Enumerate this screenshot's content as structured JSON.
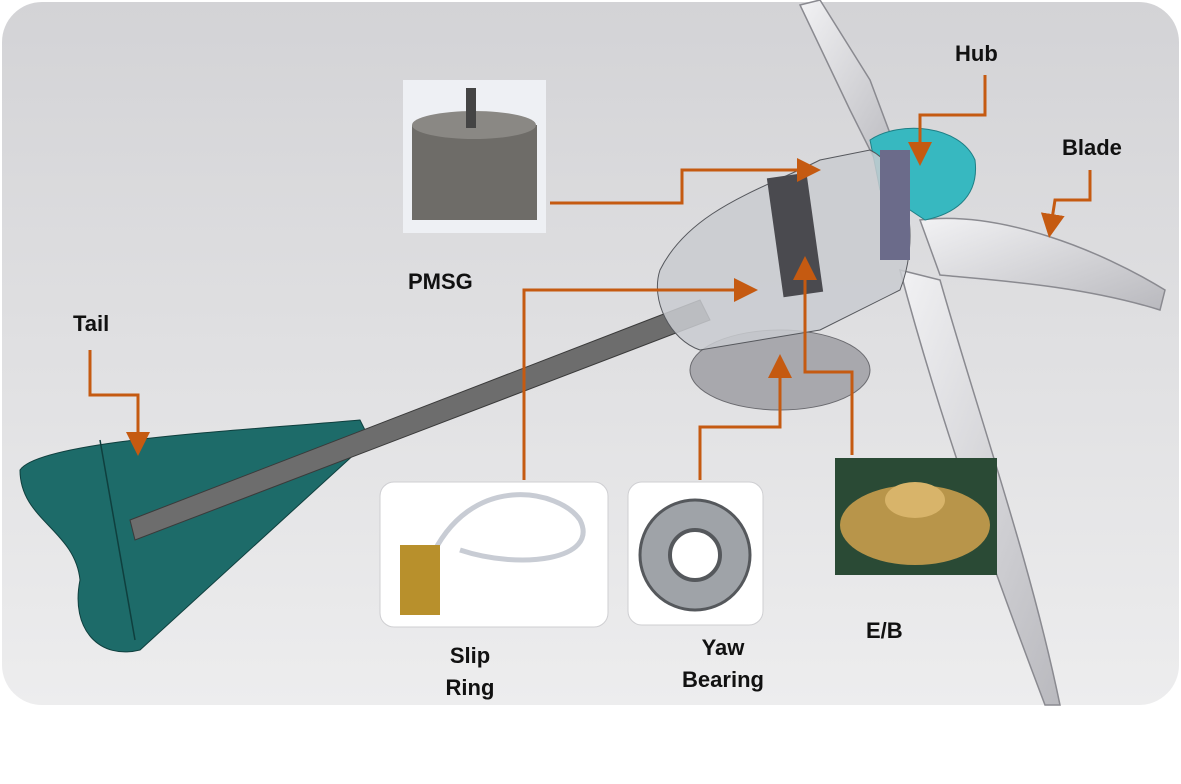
{
  "labels": {
    "hub": "Hub",
    "blade": "Blade",
    "pmsg": "PMSG",
    "tail": "Tail",
    "slip_ring_line1": "Slip",
    "slip_ring_line2": "Ring",
    "yaw_line1": "Yaw",
    "yaw_line2": "Bearing",
    "eb": "E/B"
  },
  "colors": {
    "arrow": "#c55a11",
    "tail": "#1d6b69",
    "hub": "#37b8c0",
    "background": "#d9d9dc"
  }
}
